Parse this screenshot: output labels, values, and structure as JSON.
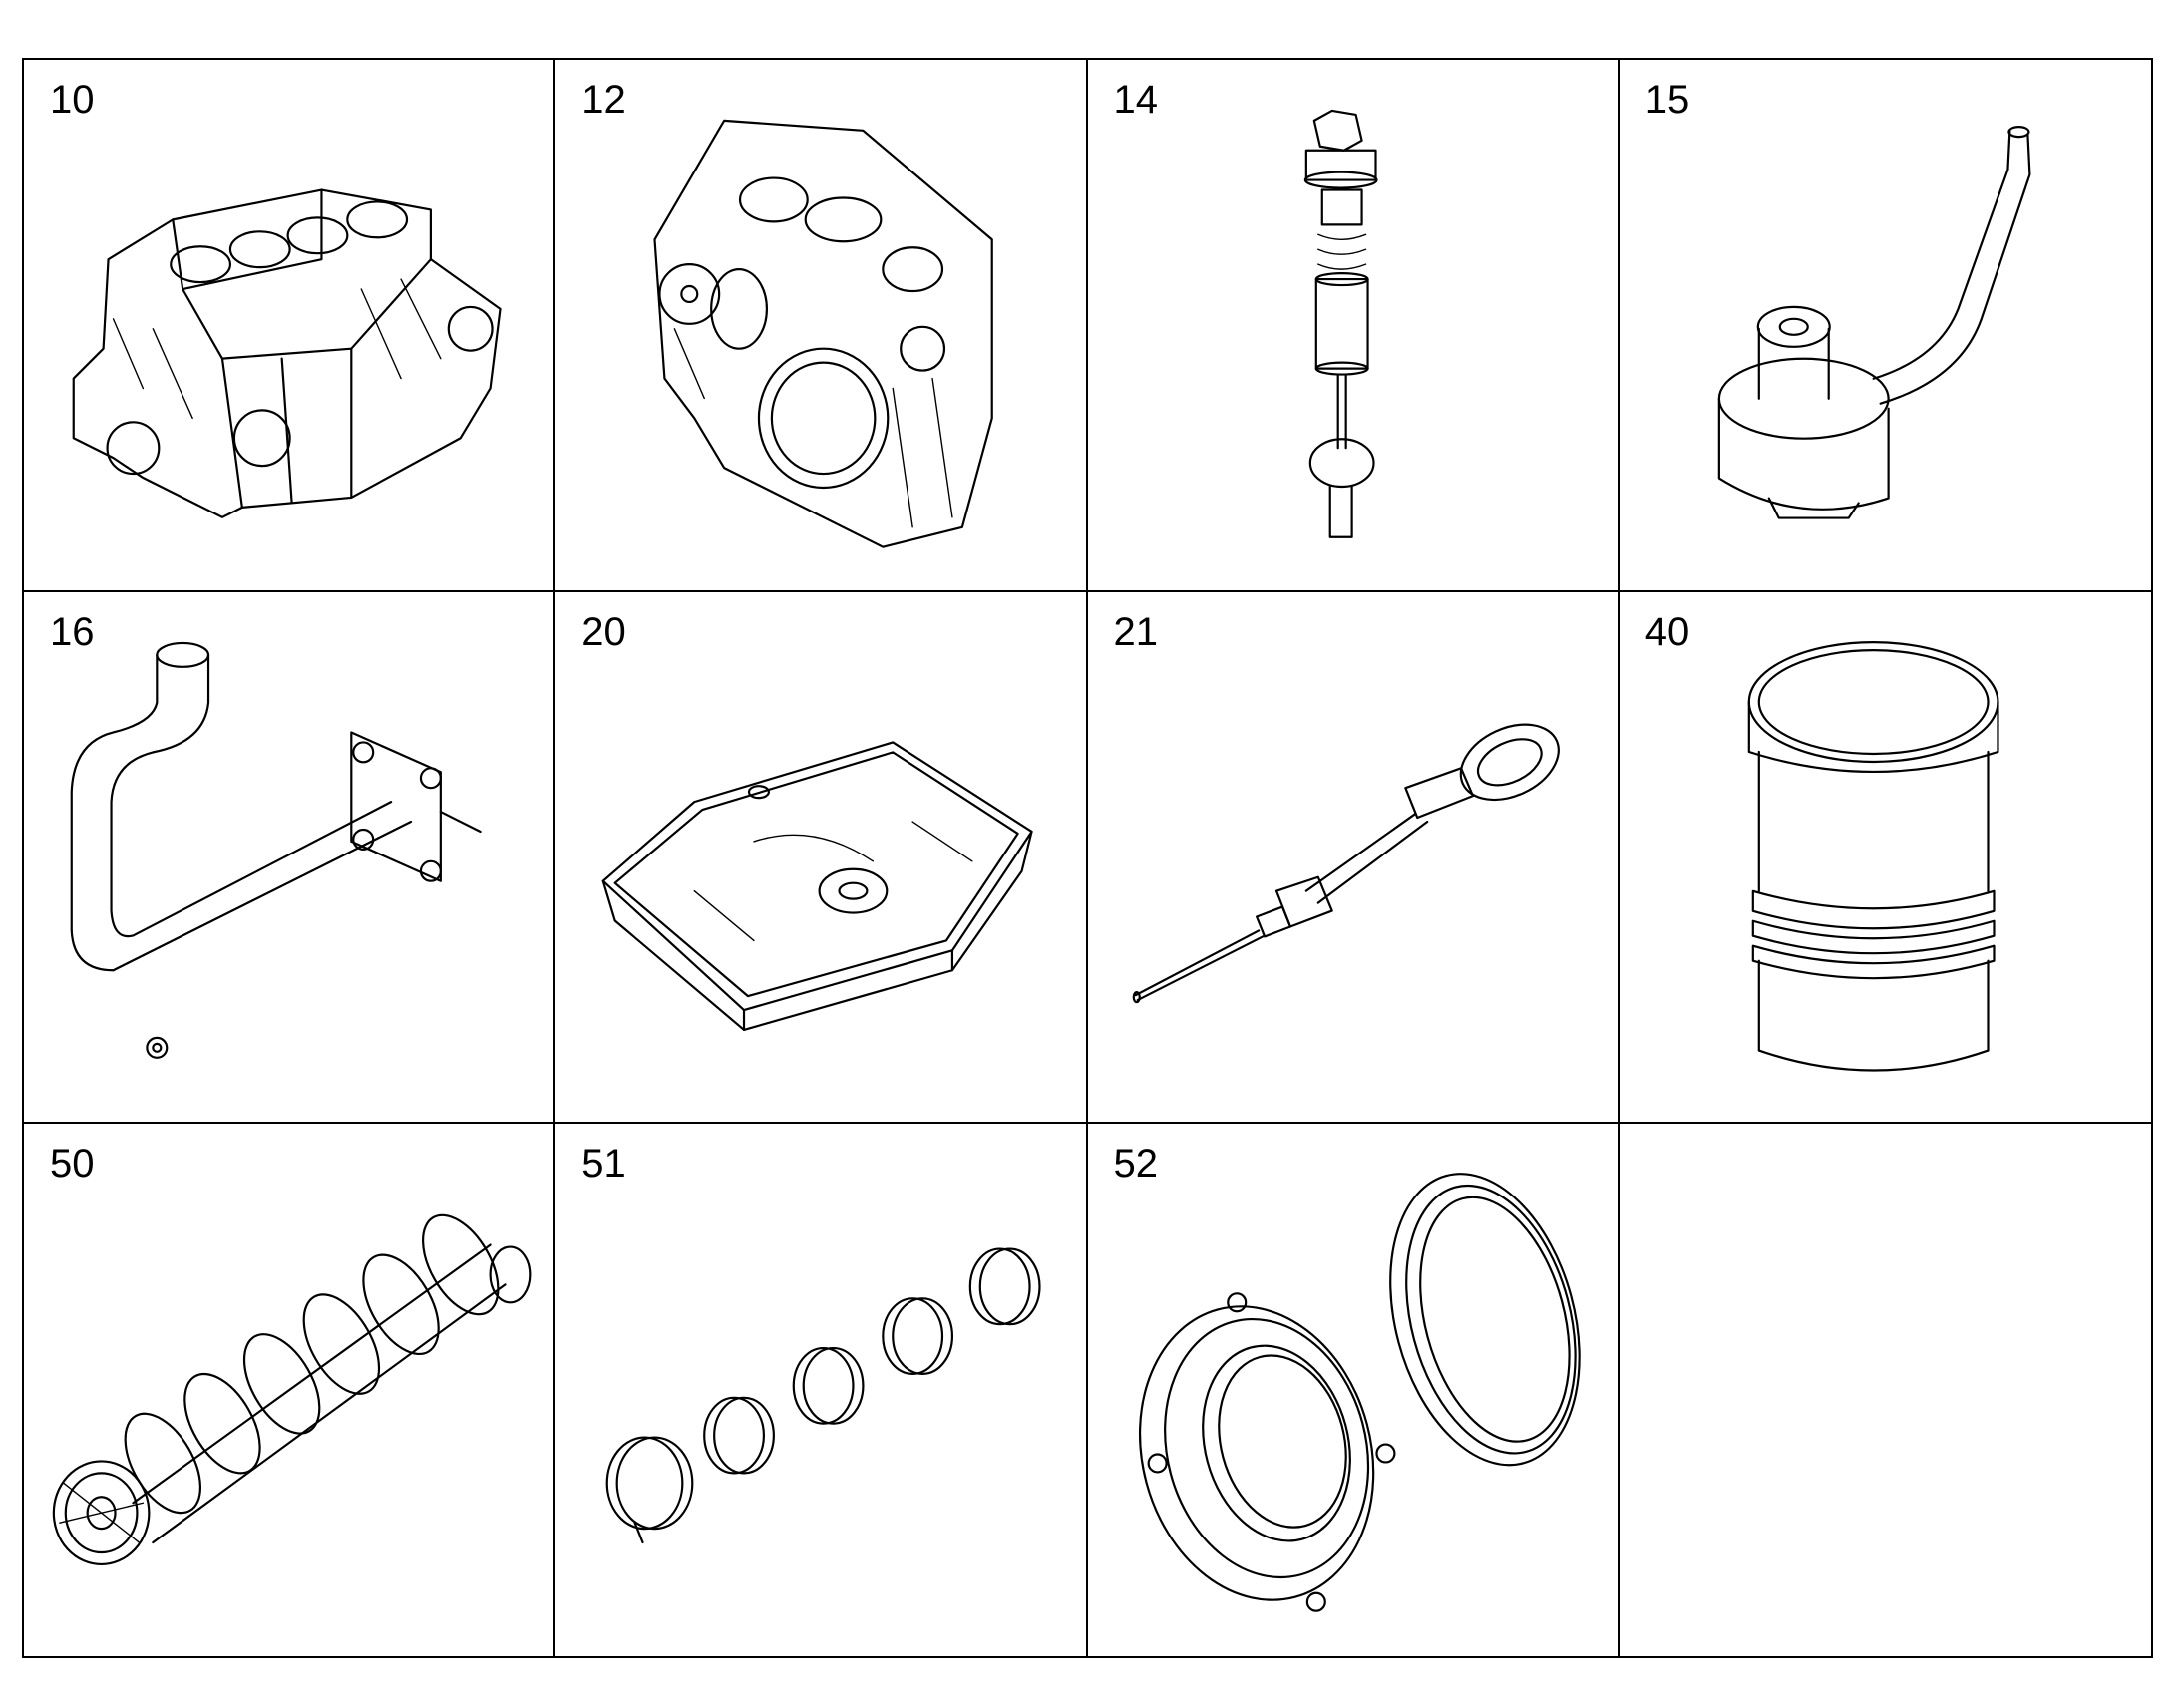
{
  "parts": [
    {
      "number": "10",
      "icon": "engine-block-icon"
    },
    {
      "number": "12",
      "icon": "timing-cover-icon"
    },
    {
      "number": "14",
      "icon": "piston-cooling-valve-icon"
    },
    {
      "number": "15",
      "icon": "oil-nozzle-icon"
    },
    {
      "number": "16",
      "icon": "oil-pipe-icon"
    },
    {
      "number": "20",
      "icon": "oil-pan-icon"
    },
    {
      "number": "21",
      "icon": "dipstick-icon"
    },
    {
      "number": "40",
      "icon": "cylinder-liner-icon"
    },
    {
      "number": "50",
      "icon": "crankshaft-icon"
    },
    {
      "number": "51",
      "icon": "bearing-shells-icon"
    },
    {
      "number": "52",
      "icon": "seal-carrier-icon"
    },
    {
      "number": "",
      "icon": ""
    }
  ]
}
